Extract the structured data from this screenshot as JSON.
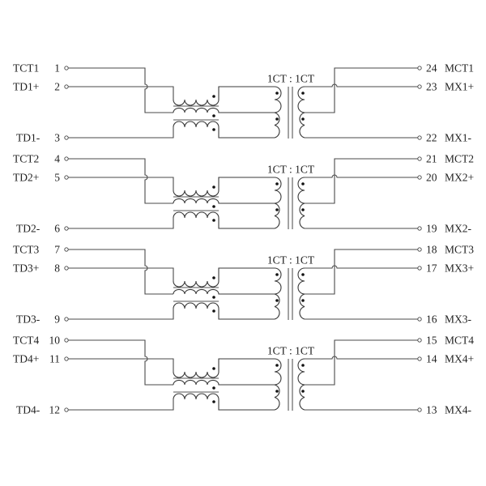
{
  "diagram": {
    "title": "",
    "type": "quad ethernet magnetics (isolation transformer + common-mode choke) pinout",
    "ratio_label": "1CT : 1CT",
    "channels": [
      {
        "id": 1,
        "left": [
          {
            "name": "TCT1",
            "pin": "1",
            "role": "center-tap"
          },
          {
            "name": "TD1+",
            "pin": "2",
            "role": "plus"
          },
          {
            "name": "TD1-",
            "pin": "3",
            "role": "minus"
          }
        ],
        "right": [
          {
            "name": "MCT1",
            "pin": "24",
            "role": "center-tap"
          },
          {
            "name": "MX1+",
            "pin": "23",
            "role": "plus"
          },
          {
            "name": "MX1-",
            "pin": "22",
            "role": "minus"
          }
        ]
      },
      {
        "id": 2,
        "left": [
          {
            "name": "TCT2",
            "pin": "4",
            "role": "center-tap"
          },
          {
            "name": "TD2+",
            "pin": "5",
            "role": "plus"
          },
          {
            "name": "TD2-",
            "pin": "6",
            "role": "minus"
          }
        ],
        "right": [
          {
            "name": "MCT2",
            "pin": "21",
            "role": "center-tap"
          },
          {
            "name": "MX2+",
            "pin": "20",
            "role": "plus"
          },
          {
            "name": "MX2-",
            "pin": "19",
            "role": "minus"
          }
        ]
      },
      {
        "id": 3,
        "left": [
          {
            "name": "TCT3",
            "pin": "7",
            "role": "center-tap"
          },
          {
            "name": "TD3+",
            "pin": "8",
            "role": "plus"
          },
          {
            "name": "TD3-",
            "pin": "9",
            "role": "minus"
          }
        ],
        "right": [
          {
            "name": "MCT3",
            "pin": "18",
            "role": "center-tap"
          },
          {
            "name": "MX3+",
            "pin": "17",
            "role": "plus"
          },
          {
            "name": "MX3-",
            "pin": "16",
            "role": "minus"
          }
        ]
      },
      {
        "id": 4,
        "left": [
          {
            "name": "TCT4",
            "pin": "10",
            "role": "center-tap"
          },
          {
            "name": "TD4+",
            "pin": "11",
            "role": "plus"
          },
          {
            "name": "TD4-",
            "pin": "12",
            "role": "minus"
          }
        ],
        "right": [
          {
            "name": "MCT4",
            "pin": "15",
            "role": "center-tap"
          },
          {
            "name": "MX4+",
            "pin": "14",
            "role": "plus"
          },
          {
            "name": "MX4-",
            "pin": "13",
            "role": "minus"
          }
        ]
      }
    ],
    "colors": {
      "background": "#ffffff",
      "line": "#4a4a4a",
      "text": "#222222",
      "dot": "#111111"
    }
  }
}
